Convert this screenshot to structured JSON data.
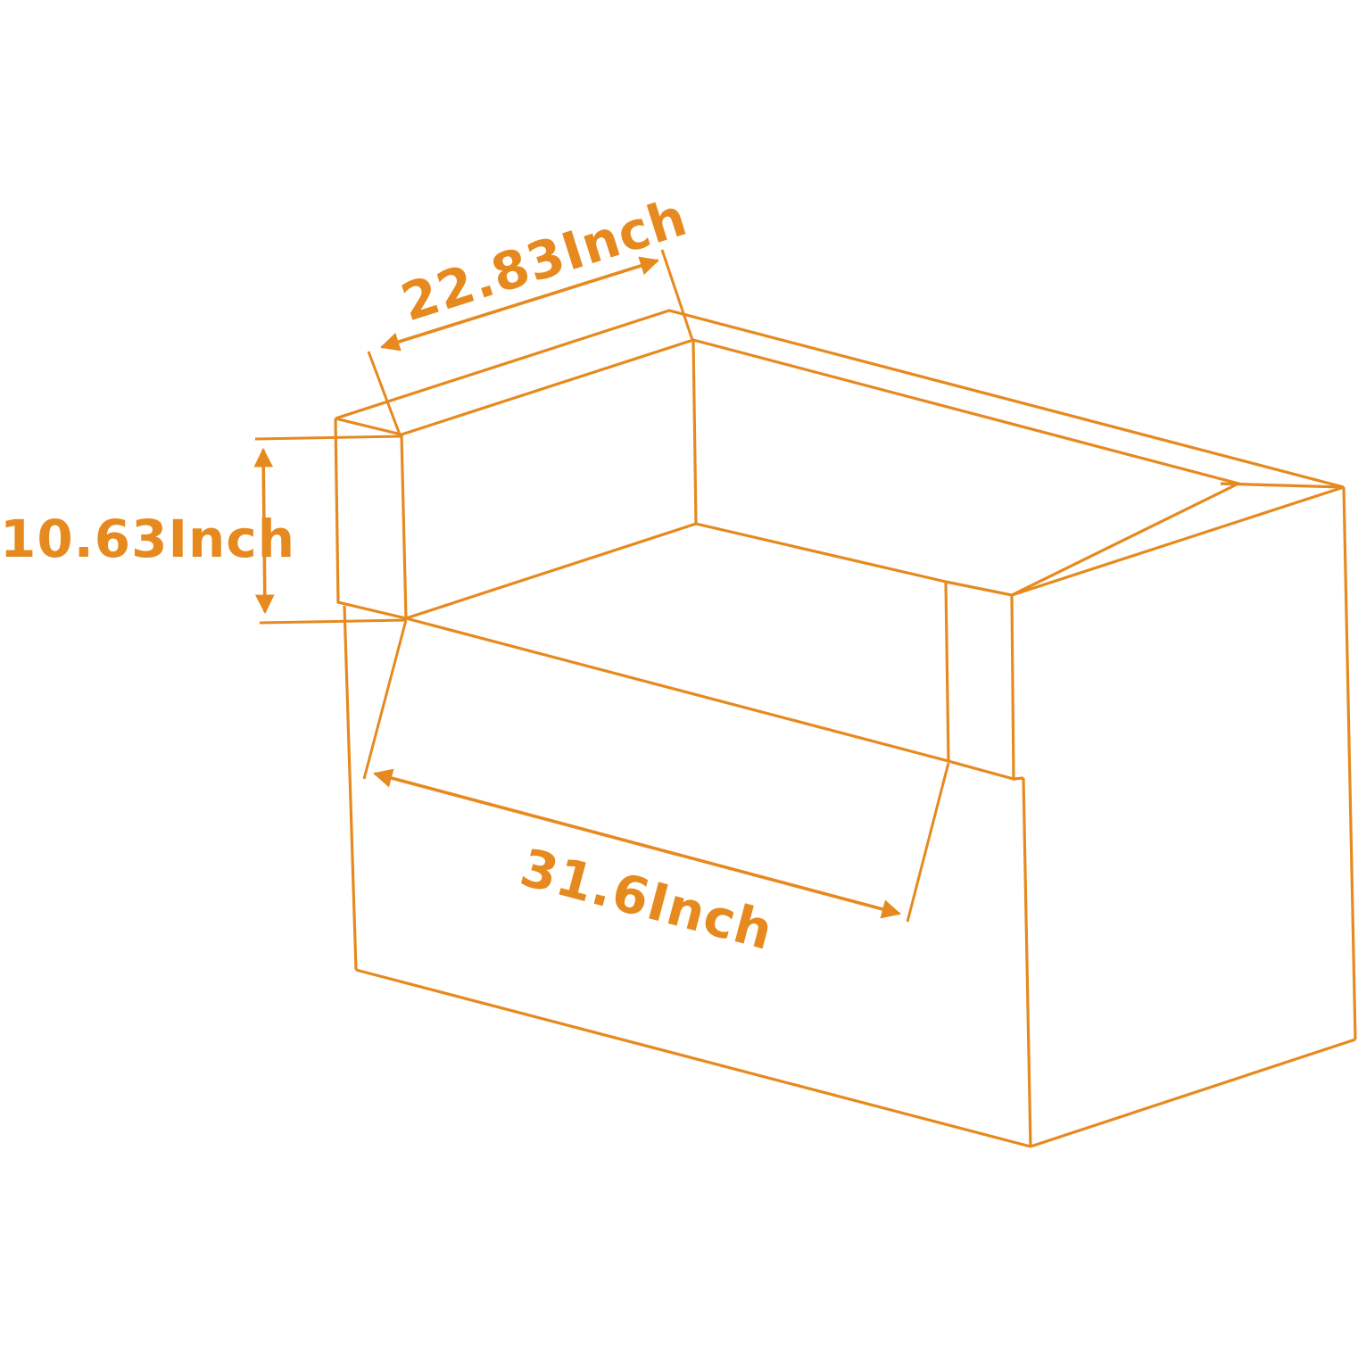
{
  "colors": {
    "line": "#E68A1F",
    "background": "#FFFFFF"
  },
  "dimensions": {
    "depth_label": "22.83Inch",
    "height_label": "10.63Inch",
    "width_label": "31.6Inch"
  }
}
